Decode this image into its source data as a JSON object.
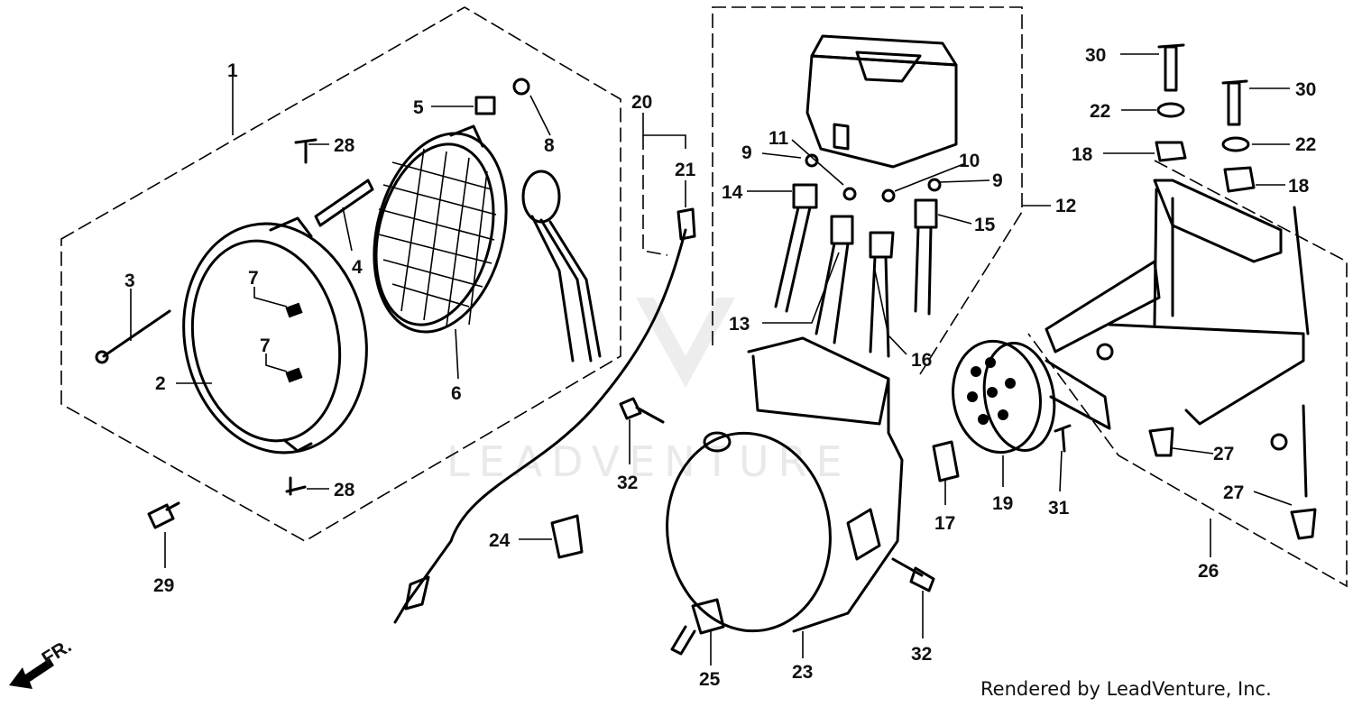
{
  "diagram": {
    "callouts": [
      {
        "text": "1"
      },
      {
        "text": "2"
      },
      {
        "text": "3"
      },
      {
        "text": "4"
      },
      {
        "text": "5"
      },
      {
        "text": "6"
      },
      {
        "text": "7"
      },
      {
        "text": "7"
      },
      {
        "text": "8"
      },
      {
        "text": "9"
      },
      {
        "text": "9"
      },
      {
        "text": "10"
      },
      {
        "text": "11"
      },
      {
        "text": "12"
      },
      {
        "text": "13"
      },
      {
        "text": "14"
      },
      {
        "text": "15"
      },
      {
        "text": "16"
      },
      {
        "text": "17"
      },
      {
        "text": "18"
      },
      {
        "text": "18"
      },
      {
        "text": "19"
      },
      {
        "text": "20"
      },
      {
        "text": "21"
      },
      {
        "text": "22"
      },
      {
        "text": "22"
      },
      {
        "text": "23"
      },
      {
        "text": "24"
      },
      {
        "text": "25"
      },
      {
        "text": "26"
      },
      {
        "text": "27"
      },
      {
        "text": "27"
      },
      {
        "text": "28"
      },
      {
        "text": "28"
      },
      {
        "text": "29"
      },
      {
        "text": "30"
      },
      {
        "text": "30"
      },
      {
        "text": "31"
      },
      {
        "text": "32"
      },
      {
        "text": "32"
      }
    ],
    "direction_label": "FR.",
    "watermark": "LEADVENTURE",
    "credit": "Rendered by LeadVenture, Inc."
  }
}
